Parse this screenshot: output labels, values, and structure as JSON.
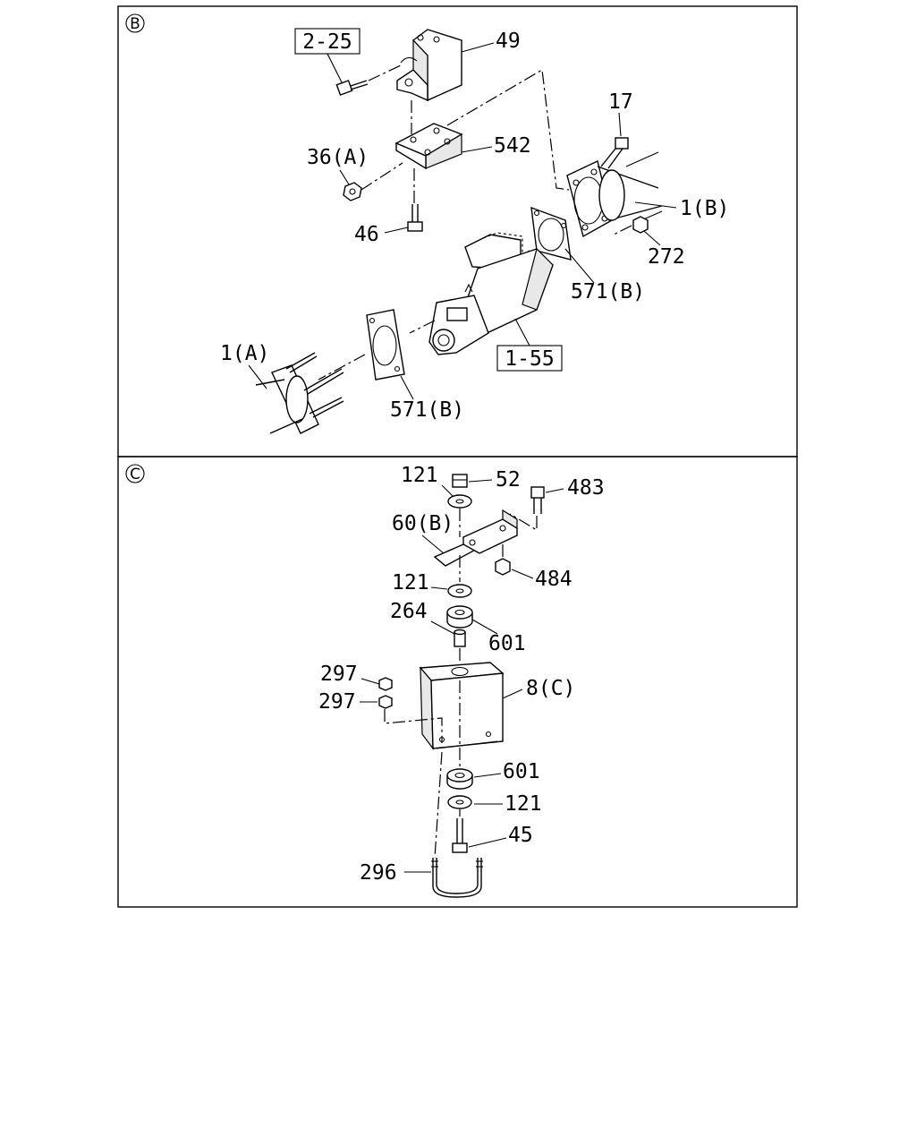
{
  "panels": [
    {
      "id": "B",
      "marker": "B",
      "labels": {
        "ref_2_25": "2-25",
        "p49": "49",
        "p17": "17",
        "p542": "542",
        "p36a": "36(A)",
        "p1b": "1(B)",
        "p46": "46",
        "p272": "272",
        "p571b_top": "571(B)",
        "p1a": "1(A)",
        "ref_1_55": "1-55",
        "p571b_bottom": "571(B)"
      }
    },
    {
      "id": "C",
      "marker": "C",
      "labels": {
        "p121_top": "121",
        "p52": "52",
        "p483": "483",
        "p60b": "60(B)",
        "p484": "484",
        "p121_mid": "121",
        "p264": "264",
        "p601_top": "601",
        "p297_a": "297",
        "p8c": "8(C)",
        "p297_b": "297",
        "p601_bottom": "601",
        "p121_bottom": "121",
        "p45": "45",
        "p296": "296"
      }
    }
  ],
  "colors": {
    "line": "#000000",
    "background": "#ffffff",
    "shade": "#e8e8e8"
  }
}
